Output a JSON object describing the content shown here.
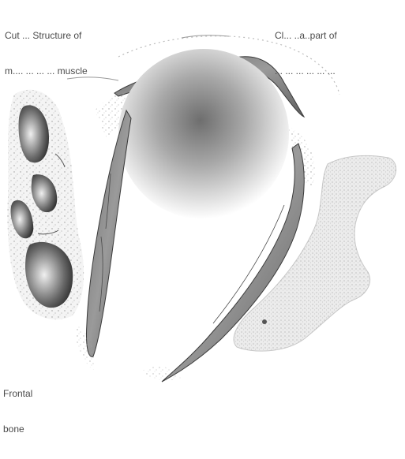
{
  "labels": {
    "top_left": {
      "line1": "Cut ... Structure of",
      "line2": "m.... ... ... ... muscle"
    },
    "top_right": {
      "line1": "Cl... ..a..part of",
      "line2": "... ... ... ... ... ..."
    },
    "bottom_left": {
      "line1": "Frontal",
      "line2": "bone"
    }
  },
  "colors": {
    "background": "#ffffff",
    "bone_fill": "#dcdcdc",
    "muscle_fill": "#8a8a8a",
    "cavity_fill": "#3c3c3c",
    "sphere_center": "#7a7a7a",
    "sphere_edge": "#ffffff",
    "stipple": "#9a9a9a"
  }
}
